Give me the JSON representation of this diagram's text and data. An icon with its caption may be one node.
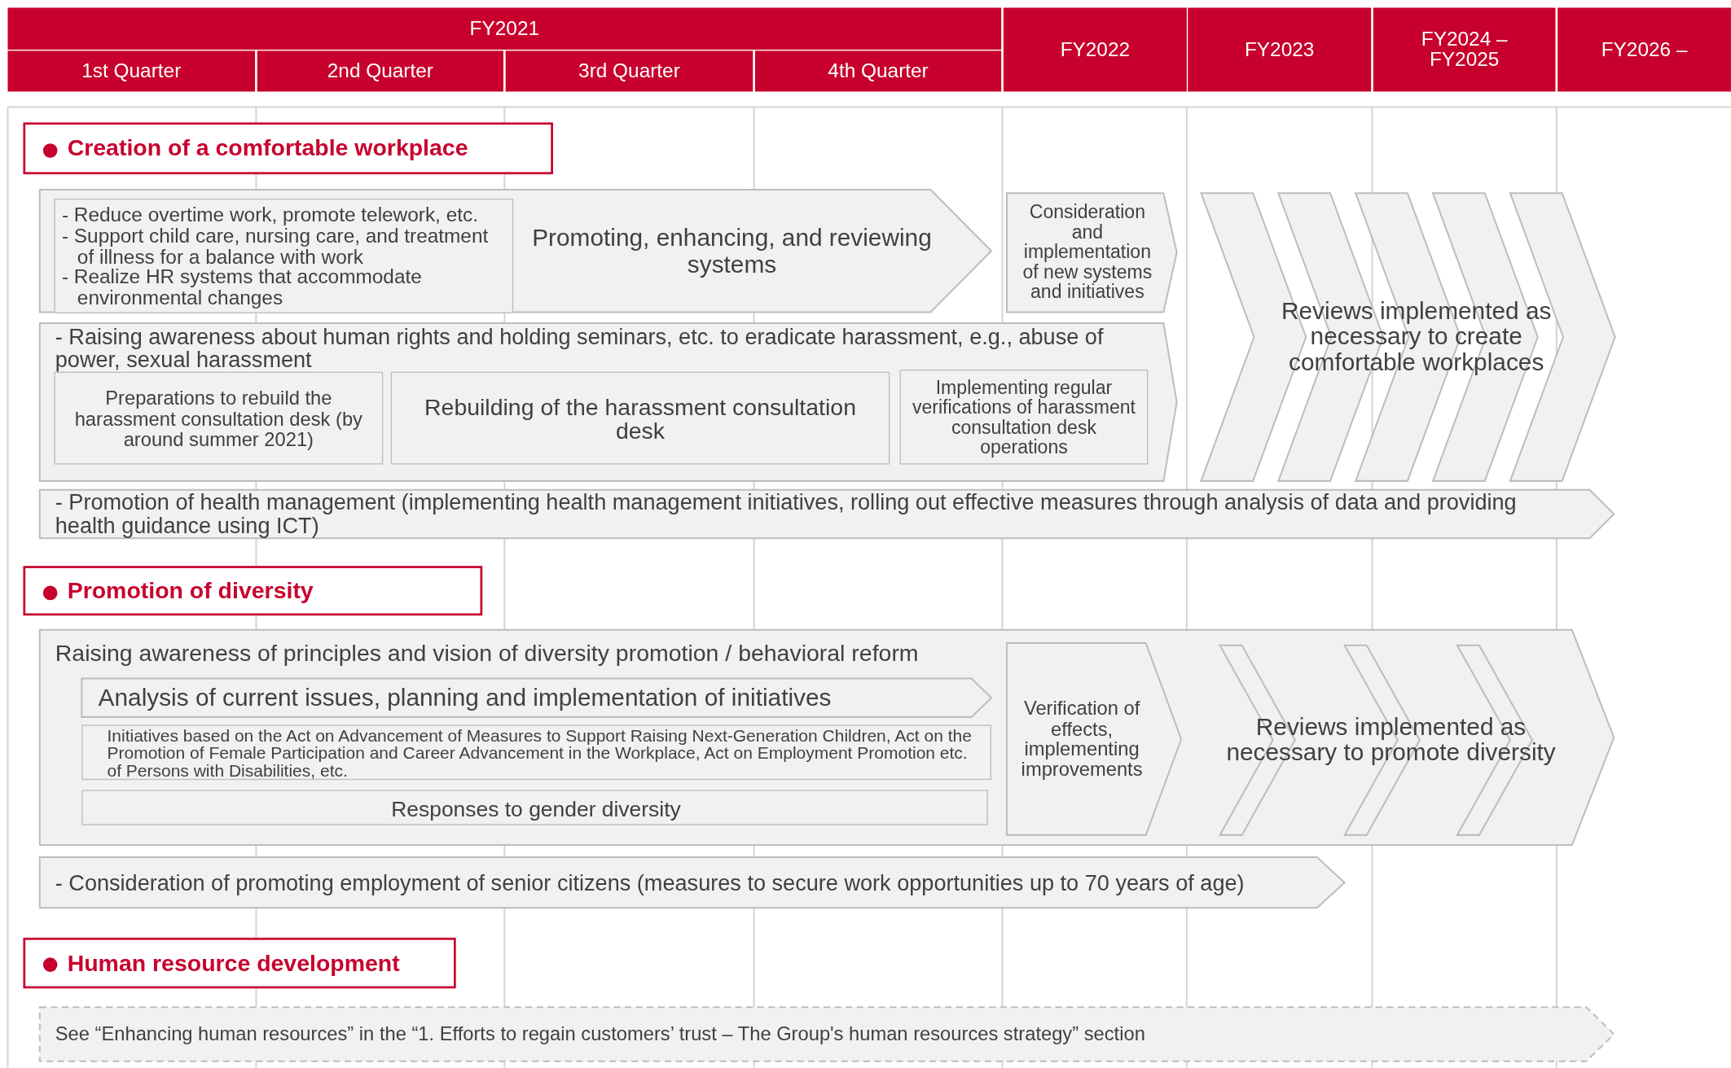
{
  "diagram": {
    "nodes": [
      {
        "text": [
          "FY2021"
        ]
      },
      {
        "text": [
          "1st Quarter"
        ]
      },
      {
        "text": [
          "2nd Quarter"
        ]
      },
      {
        "text": [
          "3rd Quarter"
        ]
      },
      {
        "text": [
          "4th Quarter"
        ]
      },
      {
        "text": [
          "FY2022"
        ]
      },
      {
        "text": [
          "FY2023"
        ]
      },
      {
        "text": [
          "FY2024 – FY2025"
        ]
      },
      {
        "text": [
          "FY2026 –"
        ]
      },
      {
        "text": [
          "Creation of a comfortable workplace"
        ]
      },
      {
        "text": [
          "Promoting, enhancing, and reviewing systems"
        ]
      },
      {
        "text": [
          "- Reduce overtime work, promote telework, etc.",
          "- Support child care, nursing care, and treatment of illness for a balance with work",
          "- Realize HR systems that accommodate environmental changes"
        ],
        "in": 10
      },
      {
        "text": [
          "Consideration and implementation of new systems and initiatives"
        ]
      },
      {
        "text": [
          "- Raising awareness about human rights and holding seminars, etc. to eradicate harassment, e.g., abuse of power, sexual harassment"
        ]
      },
      {
        "text": [
          "Preparations to rebuild the harassment consultation desk (by around summer 2021)"
        ],
        "in": 13
      },
      {
        "text": [
          "Rebuilding of the harassment consultation desk"
        ],
        "in": 13
      },
      {
        "text": [
          "Implementing regular verifications of harassment consultation desk operations"
        ],
        "in": 13
      },
      {
        "text": [
          "Reviews implemented as necessary to create comfortable workplaces"
        ]
      },
      {
        "text": [
          "- Promotion of health management (implementing health management initiatives, rolling out effective measures through analysis of data and providing health guidance using ICT)"
        ]
      },
      {
        "text": [
          "Promotion of diversity"
        ]
      },
      {
        "text": [
          "Raising awareness of principles and vision of diversity promotion / behavioral reform"
        ]
      },
      {
        "text": [
          "Analysis of current issues, planning and implementation of initiatives"
        ],
        "in": 20
      },
      {
        "text": [
          "Initiatives based on the Act on Advancement of Measures to Support Raising Next-Generation Children, Act on the Promotion of Female Participation and Career Advancement in the Workplace, Act on Employment Promotion etc. of Persons with Disabilities, etc."
        ],
        "in": 20
      },
      {
        "text": [
          "Responses to gender diversity"
        ],
        "in": 20
      },
      {
        "text": [
          "Verification of effects, implementing improvements"
        ],
        "in": 20
      },
      {
        "text": [
          "Reviews implemented as necessary to promote diversity"
        ],
        "in": 20
      },
      {
        "text": [
          "- Consideration of promoting employment of senior citizens (measures to secure work opportunities up to 70 years of age)"
        ]
      },
      {
        "text": [
          "Human resource development"
        ]
      },
      {
        "text": [
          "See “Enhancing human resources” in the “1. Efforts to regain customers’ trust – The Group's human resources strategy” section"
        ]
      }
    ]
  }
}
